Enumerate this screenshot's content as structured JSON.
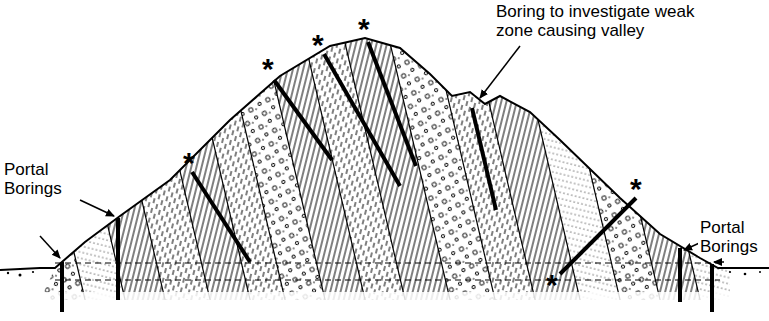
{
  "diagram": {
    "labels": [
      "Boring to investigate weak zone causing valley",
      "Portal Borings",
      "Portal Borings",
      "*",
      "*",
      "*",
      "*",
      "*",
      "*"
    ]
  }
}
